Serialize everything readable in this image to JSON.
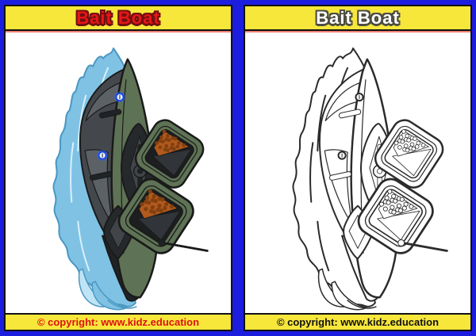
{
  "frame": {
    "border_blue": "#1d1de0",
    "card_border": "#111111",
    "header_bg": "#f7e73b",
    "header_line": "#ef8277",
    "content_bg": "#ffffff"
  },
  "cards": [
    {
      "id": "colored-card",
      "title": "Bait Boat",
      "title_color": "#e81616",
      "title_outline": "#701010",
      "footer": "© copyright: www.kidz.education",
      "footer_color": "#dd1111",
      "style": "colored"
    },
    {
      "id": "lineart-card",
      "title": "Bait Boat",
      "title_color": "#ffffff",
      "title_outline": "#4d4d40",
      "footer": "© copyright: www.kidz.education",
      "footer_color": "#111111",
      "style": "lineart"
    }
  ],
  "illustration": {
    "subject": "bait-boat",
    "palettes": {
      "colored": {
        "line": "#1a1a1a",
        "water": "#7fc2e4",
        "waterLight": "#bfe4f5",
        "waterDeep": "#5fa8d0",
        "waterStroke": "#4a97c2",
        "waterDetail": "#d9f0fa",
        "hull": "#44484c",
        "hullLight": "#5c6166",
        "hullBlack": "#202326",
        "deck": "#5e7355",
        "hatchDark": "#26292c",
        "hatchMid": "#41454a",
        "facet": "#313539",
        "opening": "#1c1e20",
        "pellet": "#b2591e",
        "pelletDot": "#81400f",
        "dotStroke": "#00000000",
        "ledGlow": "#2e66ff66",
        "ledRing": "#1d49e8",
        "ledCore": "#e8f2ff"
      },
      "lineart": {
        "line": "#2b2b2b",
        "water": "#ffffff",
        "waterLight": "#ffffff",
        "waterDeep": "#ffffff",
        "waterStroke": "#2b2b2b",
        "waterDetail": "#2b2b2b",
        "hull": "#ffffff",
        "hullLight": "#ffffff",
        "hullBlack": "#ffffff",
        "deck": "#ffffff",
        "hatchDark": "#ffffff",
        "hatchMid": "#ffffff",
        "facet": "#ffffff",
        "opening": "#ffffff",
        "pellet": "#ffffff",
        "pelletDot": "#ffffff",
        "dotStroke": "#2b2b2b",
        "ledGlow": "#ffffff00",
        "ledRing": "#2b2b2b",
        "ledCore": "#ffffff"
      }
    }
  }
}
